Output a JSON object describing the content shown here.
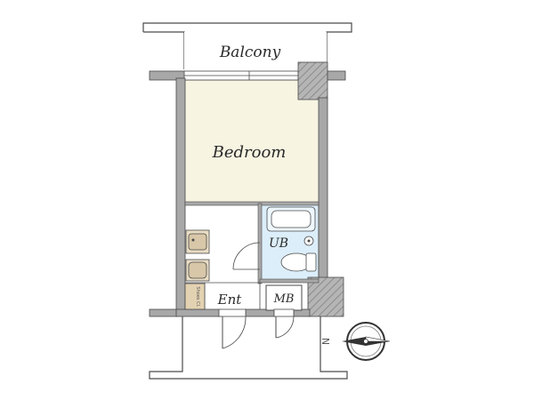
{
  "floorplan": {
    "rooms": {
      "balcony": "Balcony",
      "bedroom": "Bedroom",
      "unit_bath": "UB",
      "entrance": "Ent",
      "meter_box": "MB",
      "shoe_closet": "Shoes Cl."
    },
    "compass": {
      "label": "N"
    },
    "colors": {
      "wall": "#a8a8a8",
      "wall_outline": "#4a4a4a",
      "bedroom_floor": "#f7f4e2",
      "bath_floor": "#dceefa",
      "shoe_closet_fill": "#e3d2b2",
      "kitchen_fill": "#d8c7a8"
    }
  }
}
